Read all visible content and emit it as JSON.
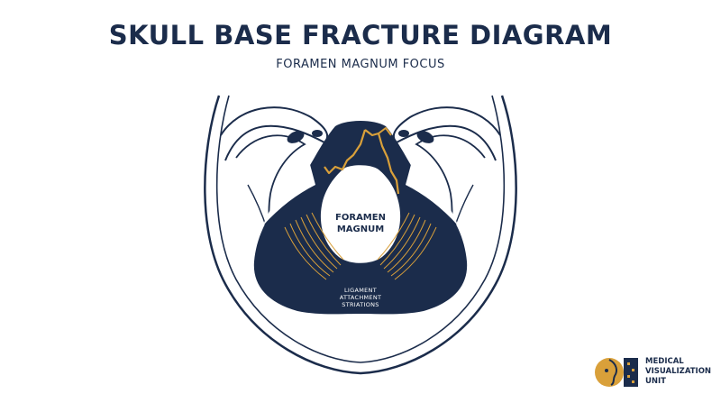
{
  "header": {
    "title": "SKULL BASE FRACTURE DIAGRAM",
    "subtitle": "FORAMEN MAGNUM FOCUS"
  },
  "labels": {
    "foramen_line1": "FORAMEN",
    "foramen_line2": "MAGNUM",
    "striation_line1": "LIGAMENT",
    "striation_line2": "ATTACHMENT",
    "striation_line3": "STRIATIONS"
  },
  "logo": {
    "line1": "MEDICAL",
    "line2": "VISUALIZATION",
    "line3": "UNIT"
  },
  "colors": {
    "navy": "#1b2c4b",
    "fracture": "#d9a03a",
    "background": "#ffffff"
  }
}
